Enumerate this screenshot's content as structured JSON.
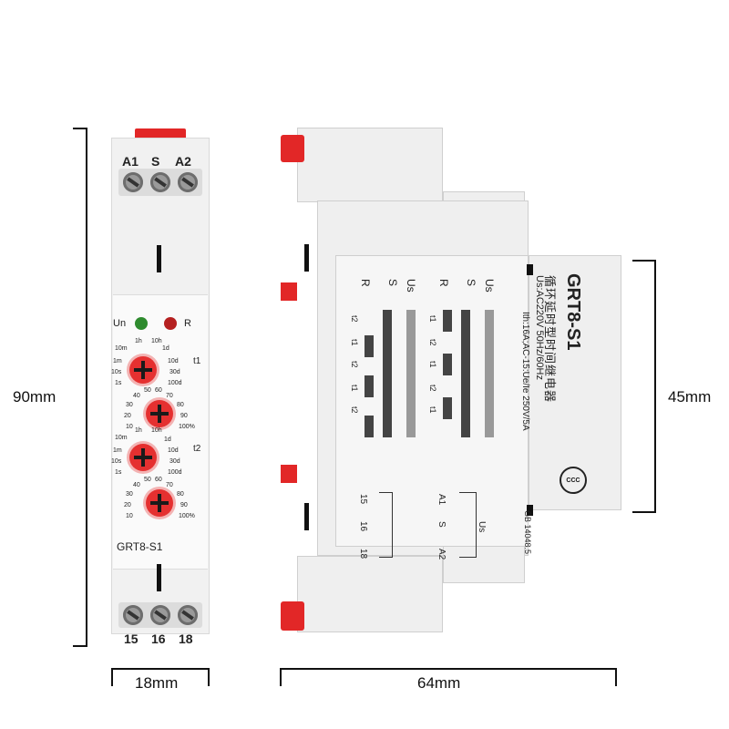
{
  "dimensions": {
    "height_label": "90mm",
    "front_width_label": "18mm",
    "side_width_label": "64mm",
    "panel_height_label": "45mm"
  },
  "front": {
    "terminals_top": [
      "A1",
      "S",
      "A2"
    ],
    "terminals_bottom": [
      "15",
      "16",
      "18"
    ],
    "led_left": "Un",
    "led_right": "R",
    "model": "GRT8-S1",
    "t1_label": "t1",
    "t2_label": "t2",
    "range_ticks": [
      "1h",
      "10h",
      "10m",
      "1d",
      "1m",
      "10d",
      "10s",
      "30d",
      "1s",
      "100d"
    ],
    "percent_ticks": [
      "50",
      "60",
      "40",
      "70",
      "30",
      "80",
      "20",
      "90",
      "10",
      "100%"
    ],
    "led_colors": {
      "un": "#2e8b2e",
      "r": "#b52020"
    },
    "accent_color": "#e22727"
  },
  "side_label": {
    "model": "GRT8-S1",
    "name_cn": "循环延时型时间继电器",
    "supply": "Us:AC220V 50Hz/60Hz",
    "rating": "Ith:16A;AC-15:Ue/Ie 250V/5A",
    "standard": "GB 14048.5",
    "cert": "CCC",
    "diagram_rows": [
      "Us",
      "S",
      "R"
    ],
    "diagram_cols_a": [
      "t2",
      "t1",
      "t2",
      "t1",
      "t2"
    ],
    "diagram_cols_b": [
      "t1",
      "t2",
      "t1",
      "t2",
      "t1"
    ],
    "wiring_terminals_a": [
      "15",
      "16",
      "18"
    ],
    "wiring_terminals_b": [
      "A1",
      "S",
      "A2"
    ],
    "wiring_us": "Us"
  }
}
